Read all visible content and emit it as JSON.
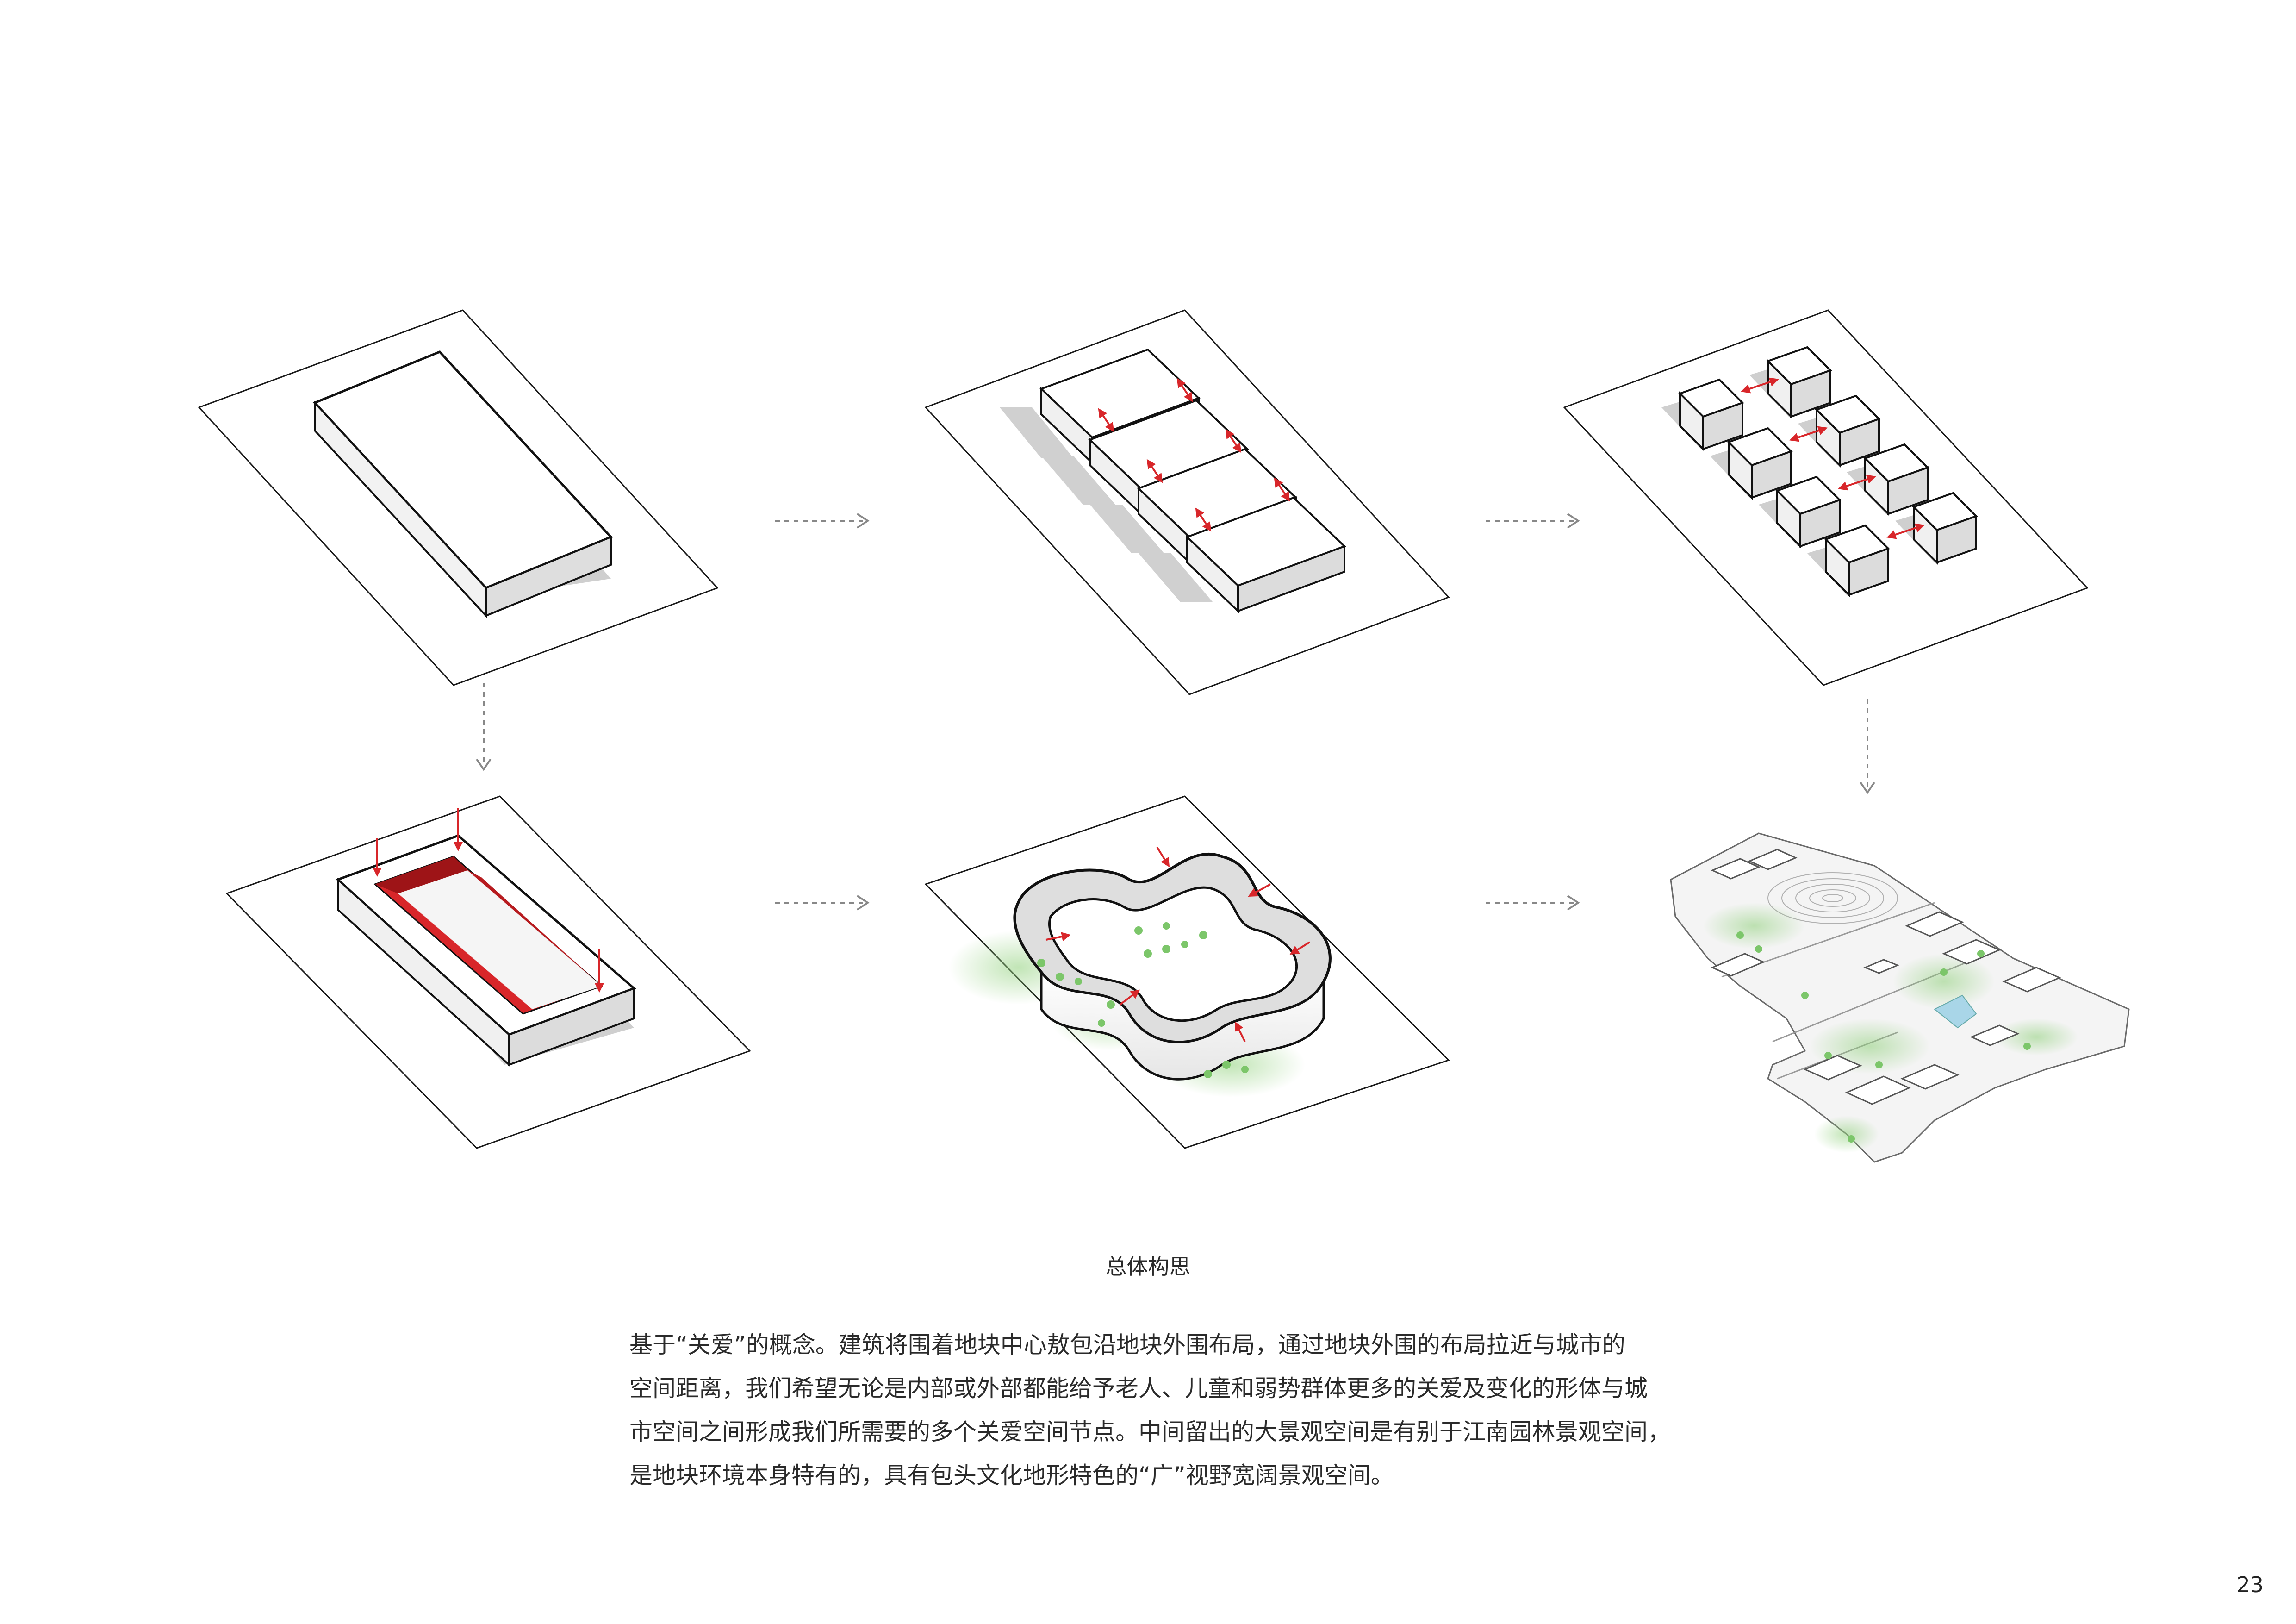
{
  "caption": "总体构思",
  "description_lines": [
    "基于“关爱”的概念。建筑将围着地块中心敖包沿地块外围布局，通过地块外围的布局拉近与城市的",
    "空间距离，我们希望无论是内部或外部都能给予老人、儿童和弱势群体更多的关爱及变化的形体与城",
    "市空间之间形成我们所需要的多个关爱空间节点。中间留出的大景观空间是有别于江南园林景观空间，",
    "是地块环境本身特有的，具有包头文化地形特色的“广”视野宽阔景观空间。"
  ],
  "page_number": "23",
  "colors": {
    "accent": "#d8262a",
    "line": "#1a1a1a",
    "shadow": "#c9c9c9",
    "green": "#6fbf5a",
    "arrow": "#888888"
  }
}
